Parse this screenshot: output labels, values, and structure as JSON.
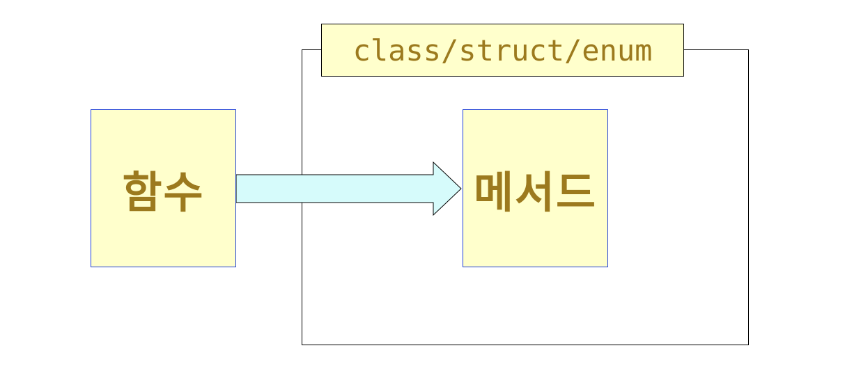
{
  "diagram": {
    "container_label": "class/struct/enum",
    "source_box_label": "함수",
    "target_box_label": "메서드"
  },
  "colors": {
    "box_fill": "#ffffcc",
    "box_border": "#1f3fd6",
    "text": "#9c7a1e",
    "arrow_fill": "#d6fbfb"
  }
}
